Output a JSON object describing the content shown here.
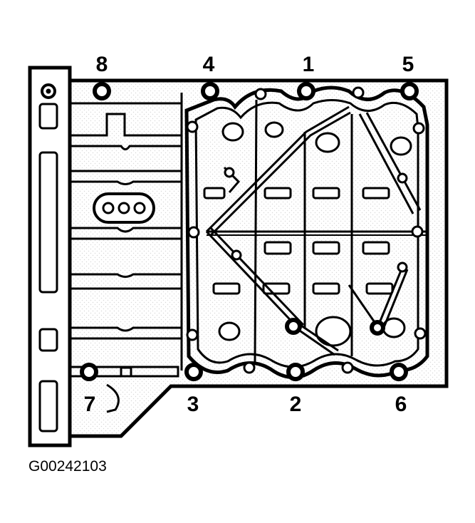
{
  "figure_code": "G00242103",
  "bolt_labels": [
    "8",
    "4",
    "1",
    "5",
    "7",
    "3",
    "2",
    "6"
  ],
  "colors": {
    "ink": "#000000",
    "paper": "#ffffff",
    "hatch": "#e6e6e6"
  }
}
